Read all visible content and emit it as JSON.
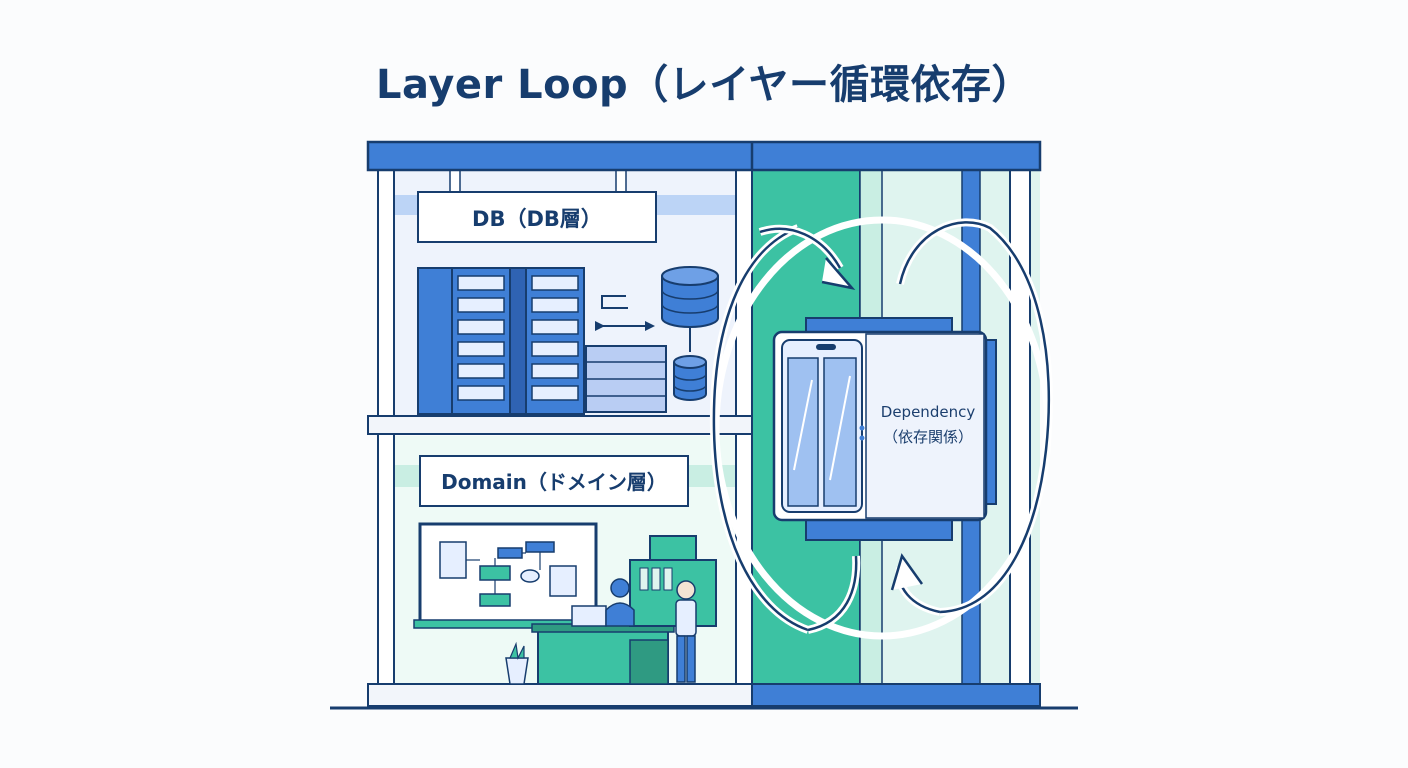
{
  "title": "Layer Loop（レイヤー循環依存）",
  "layers": {
    "db": {
      "label": "DB（DB層）"
    },
    "domain": {
      "label": "Domain（ドメイン層）"
    }
  },
  "elevator": {
    "label_line1": "Dependency",
    "label_line2": "（依存関係）"
  },
  "colors": {
    "navy": "#173d6e",
    "blue": "#3f7fd6",
    "teal": "#3cc2a3",
    "light_blue": "#dfe9fb",
    "light_teal": "#d8f3ec"
  },
  "icons": [
    "server-rack-icon",
    "database-icon",
    "sync-arrows-icon",
    "flowchart-board-icon",
    "person-icon",
    "loop-arrow-icon",
    "elevator-door-icon",
    "plant-icon"
  ]
}
